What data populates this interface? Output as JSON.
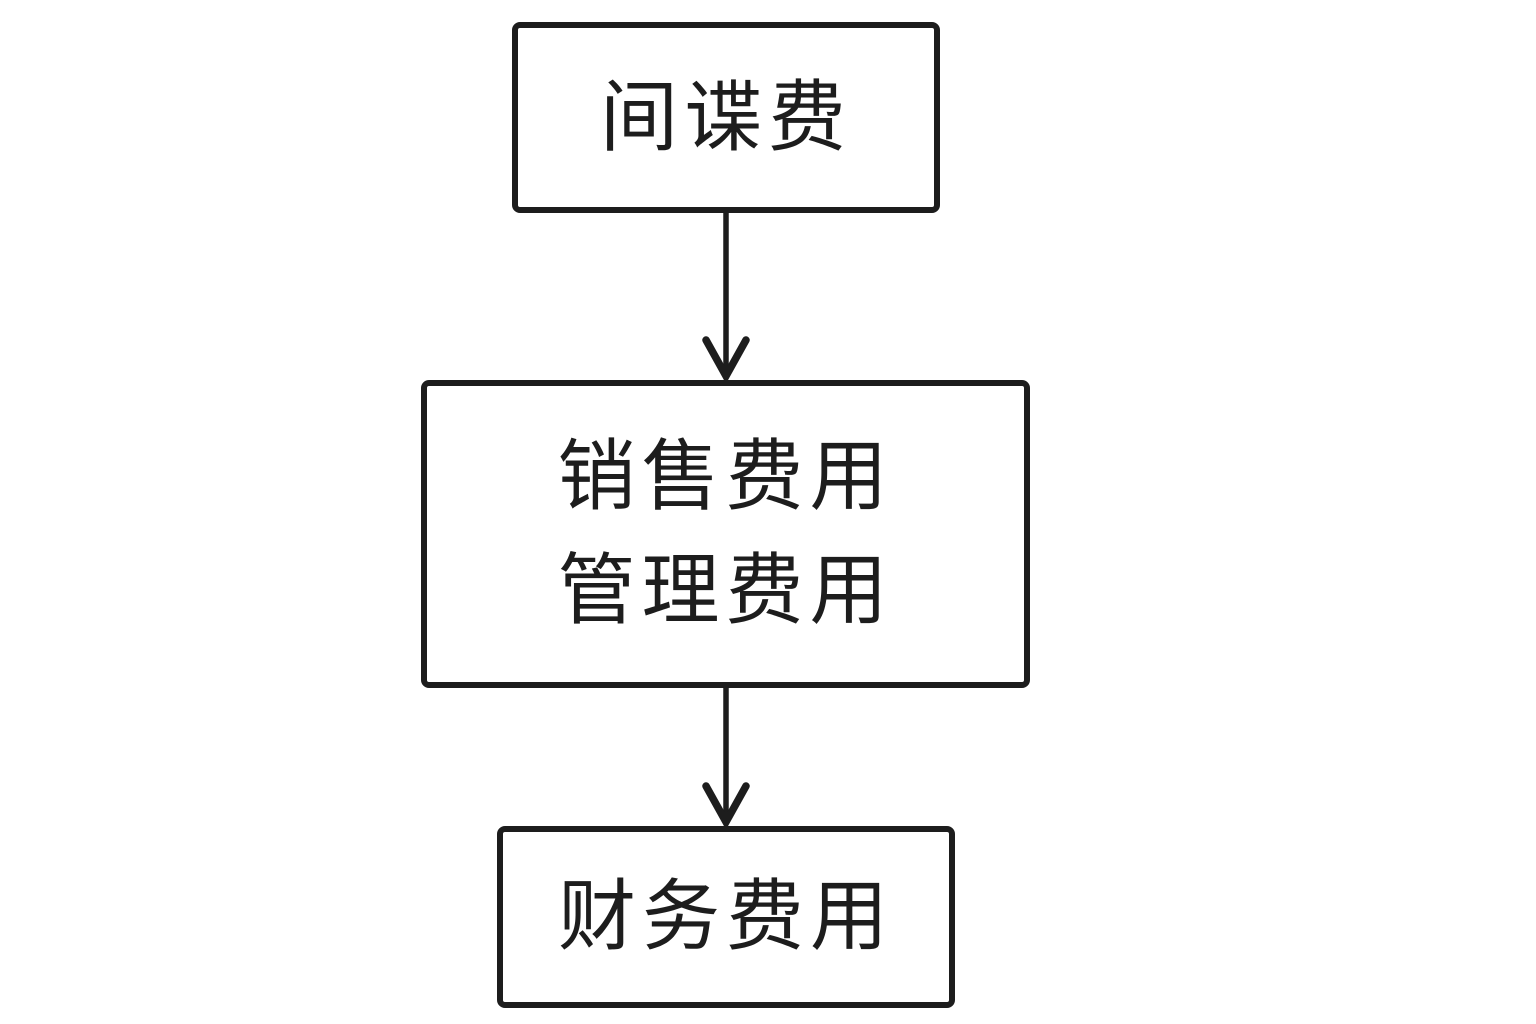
{
  "colors": {
    "background": "#ffffff",
    "stroke": "#1d1d1d",
    "text": "#1d1d1d"
  },
  "diagram": {
    "type": "flowchart",
    "nodes": {
      "top": {
        "label": "间谍费"
      },
      "middle": {
        "lines": [
          "销售费用",
          "管理费用"
        ]
      },
      "bottom": {
        "label": "财务费用"
      }
    },
    "edges": [
      {
        "from": "间谍费",
        "to": "销售费用/管理费用",
        "direction": "down",
        "style": "open-arrowhead"
      },
      {
        "from": "销售费用/管理费用",
        "to": "财务费用",
        "direction": "down",
        "style": "open-arrowhead"
      }
    ]
  }
}
